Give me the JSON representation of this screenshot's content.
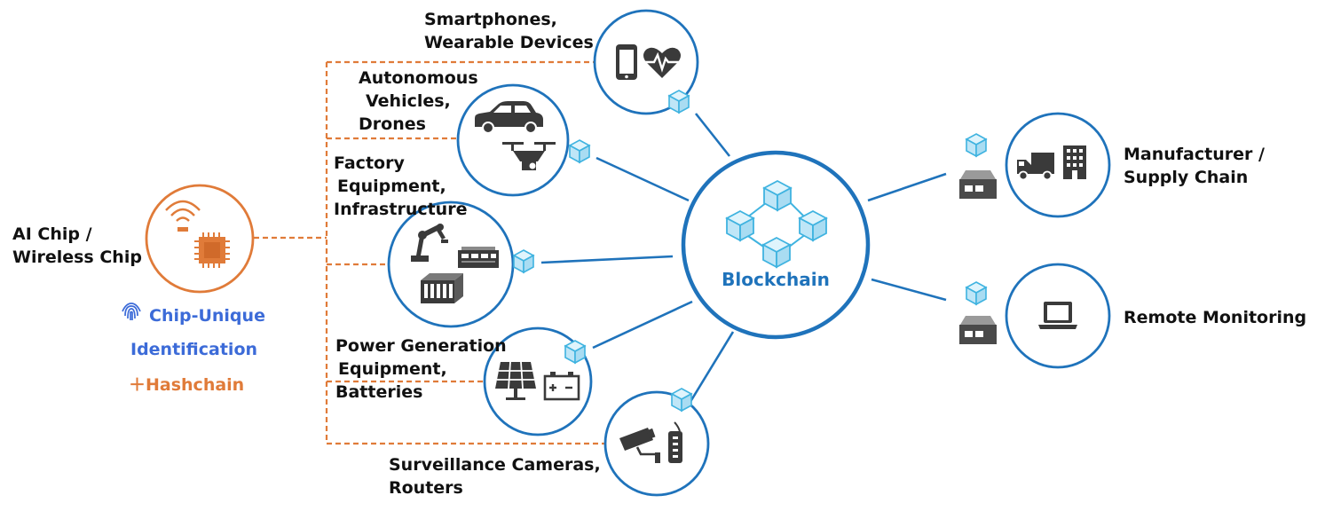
{
  "colors": {
    "blockchain_blue": "#1f73bb",
    "cube_fill": "#bfe6f7",
    "cube_stroke": "#3fb3e0",
    "chip_orange": "#e07b39",
    "chip_label_blue": "#3c6bd8",
    "icon_gray": "#3a3a3a"
  },
  "chip": {
    "title_lines": [
      "AI Chip /",
      "Wireless Chip"
    ],
    "icons": [
      "wireless-signal-icon",
      "chip-icon"
    ],
    "identification_lines": [
      "Chip-Unique",
      "Identification"
    ],
    "identification_icon": "fingerprint-icon",
    "hashchain_label": "＋Hashchain"
  },
  "center": {
    "label": "Blockchain",
    "icon": "blockchain-cubes-icon"
  },
  "devices": [
    {
      "id": "smartphones",
      "label_lines": [
        "Smartphones,",
        "Wearable Devices"
      ],
      "icons": [
        "smartphone-icon",
        "heartbeat-icon"
      ]
    },
    {
      "id": "vehicles",
      "label_lines": [
        "Autonomous",
        "Vehicles,",
        "Drones"
      ],
      "icons": [
        "car-icon",
        "drone-icon"
      ]
    },
    {
      "id": "factory",
      "label_lines": [
        "Factory",
        "Equipment,",
        "Infrastructure"
      ],
      "icons": [
        "robot-arm-icon",
        "control-panel-icon",
        "server-rack-icon"
      ]
    },
    {
      "id": "power",
      "label_lines": [
        "Power Generation",
        "Equipment,",
        "Batteries"
      ],
      "icons": [
        "solar-panel-icon",
        "battery-icon"
      ]
    },
    {
      "id": "surveillance",
      "label_lines": [
        "Surveillance Cameras,",
        "Routers"
      ],
      "icons": [
        "security-camera-icon",
        "router-icon"
      ]
    }
  ],
  "endpoints": [
    {
      "id": "manufacturer",
      "label_lines": [
        "Manufacturer /",
        "Supply Chain"
      ],
      "icons": [
        "truck-icon",
        "building-icon"
      ]
    },
    {
      "id": "remote",
      "label_lines": [
        "Remote Monitoring"
      ],
      "icons": [
        "laptop-icon"
      ]
    }
  ]
}
